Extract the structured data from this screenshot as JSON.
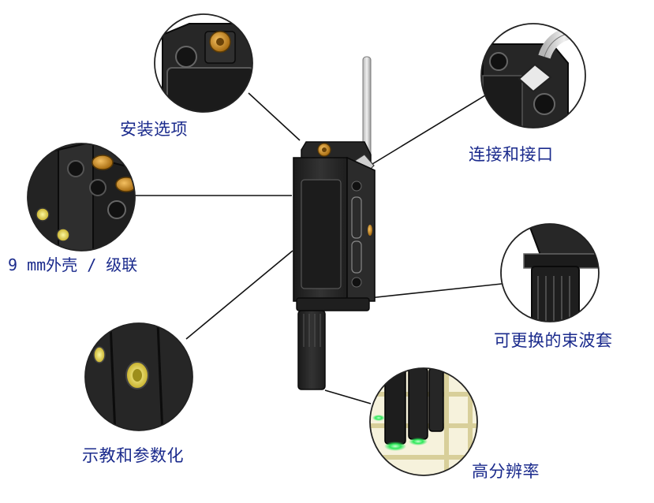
{
  "colors": {
    "label_text": "#1a2a8c",
    "housing": "#262626",
    "brass": "#c98a1c",
    "green_led": "#2ee85a"
  },
  "labels": {
    "install_options": "安装选项",
    "connection": "连接和接口",
    "housing_9mm": "9 mm外壳 / 级联",
    "replaceable_sleeve": "可更换的束波套",
    "teach_param": "示教和参数化",
    "high_resolution": "高分辨率"
  }
}
